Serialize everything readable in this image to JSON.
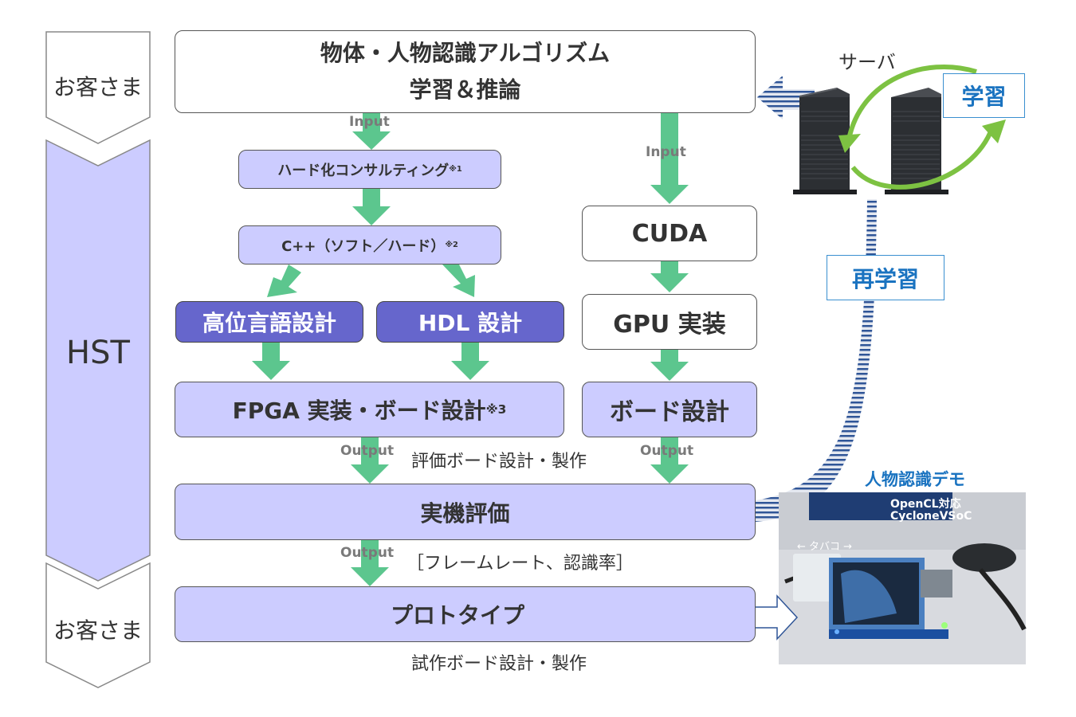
{
  "phases": [
    {
      "label": "お客さま"
    },
    {
      "label": "HST"
    },
    {
      "label": "お客さま"
    }
  ],
  "top_box": {
    "line1": "物体・人物認識アルゴリズム",
    "line2": "学習＆推論"
  },
  "labels": {
    "input_left": "Input",
    "input_right": "Input",
    "output_fpga": "Output",
    "output_board": "Output",
    "output_eval": "Output"
  },
  "fpga_flow": {
    "consulting": {
      "text": "ハード化コンサルティング",
      "note": "※1"
    },
    "cpp": {
      "text": "C++（ソフト／ハード）",
      "note": "※2"
    },
    "hls": "高位言語設計",
    "hdl": "HDL 設計",
    "fpga_impl": {
      "text": "FPGA 実装・ボード設計",
      "note": "※3"
    }
  },
  "gpu_flow": {
    "cuda": "CUDA",
    "gpu_impl": "GPU 実装",
    "board": "ボード設計"
  },
  "notes": {
    "eval_board": "評価ボード設計・製作",
    "metrics": "［フレームレート、認識率］",
    "proto_board": "試作ボード設計・製作"
  },
  "eval_box": "実機評価",
  "proto_box": "プロトタイプ",
  "server": {
    "label": "サーバ",
    "learn": "学習"
  },
  "relearn": "再学習",
  "demo": {
    "title": "人物認識デモ",
    "caption_line1": "OpenCL対応",
    "caption_line2": "CycloneVSoC",
    "object_label": "← タバコ →"
  },
  "colors": {
    "arrow_green": "#5cc68e",
    "box_lavender": "#ccccff",
    "box_dark": "#6666cc",
    "accent_blue": "#1a73c0",
    "stripe_blue": "#2f5597",
    "cycle_green": "#7dc242"
  }
}
